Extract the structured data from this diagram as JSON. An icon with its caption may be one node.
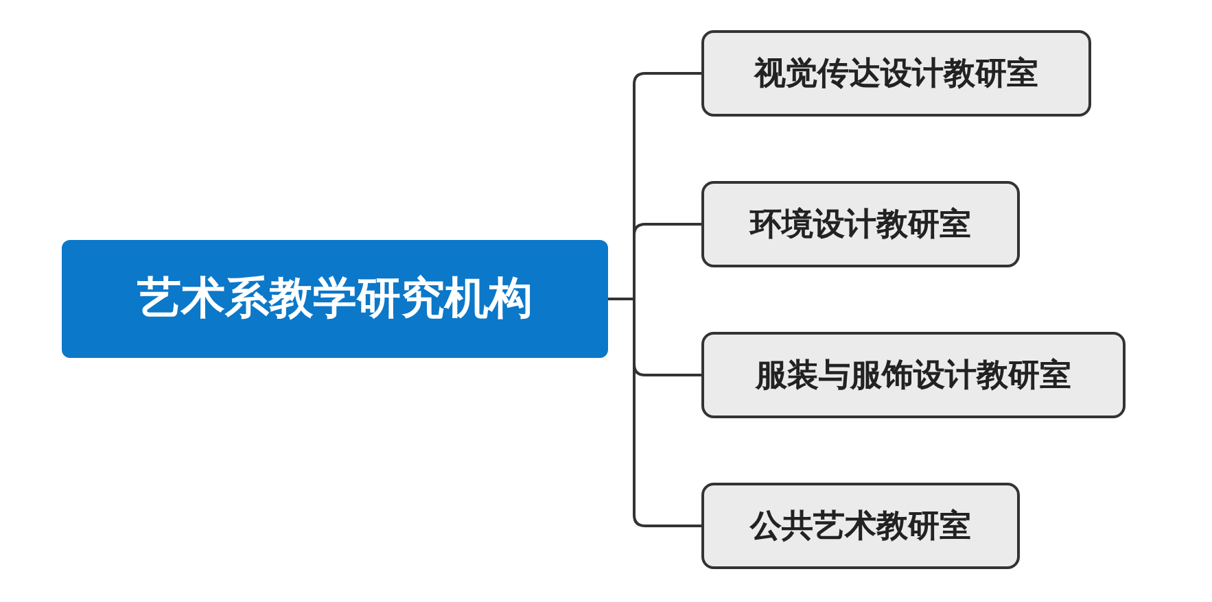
{
  "diagram": {
    "nodes": [
      {
        "text": [
          "艺术系教学研究机构"
        ]
      },
      {
        "text": [
          "视觉传达设计教研室"
        ]
      },
      {
        "text": [
          "环境设计教研室"
        ]
      },
      {
        "text": [
          "服装与服饰设计教研室"
        ]
      },
      {
        "text": [
          "公共艺术教研室"
        ]
      }
    ],
    "edges": [
      {
        "from": 0,
        "to": 1,
        "arrow": "none"
      },
      {
        "from": 0,
        "to": 2,
        "arrow": "none"
      },
      {
        "from": 0,
        "to": 3,
        "arrow": "none"
      },
      {
        "from": 0,
        "to": 4,
        "arrow": "none"
      }
    ]
  }
}
